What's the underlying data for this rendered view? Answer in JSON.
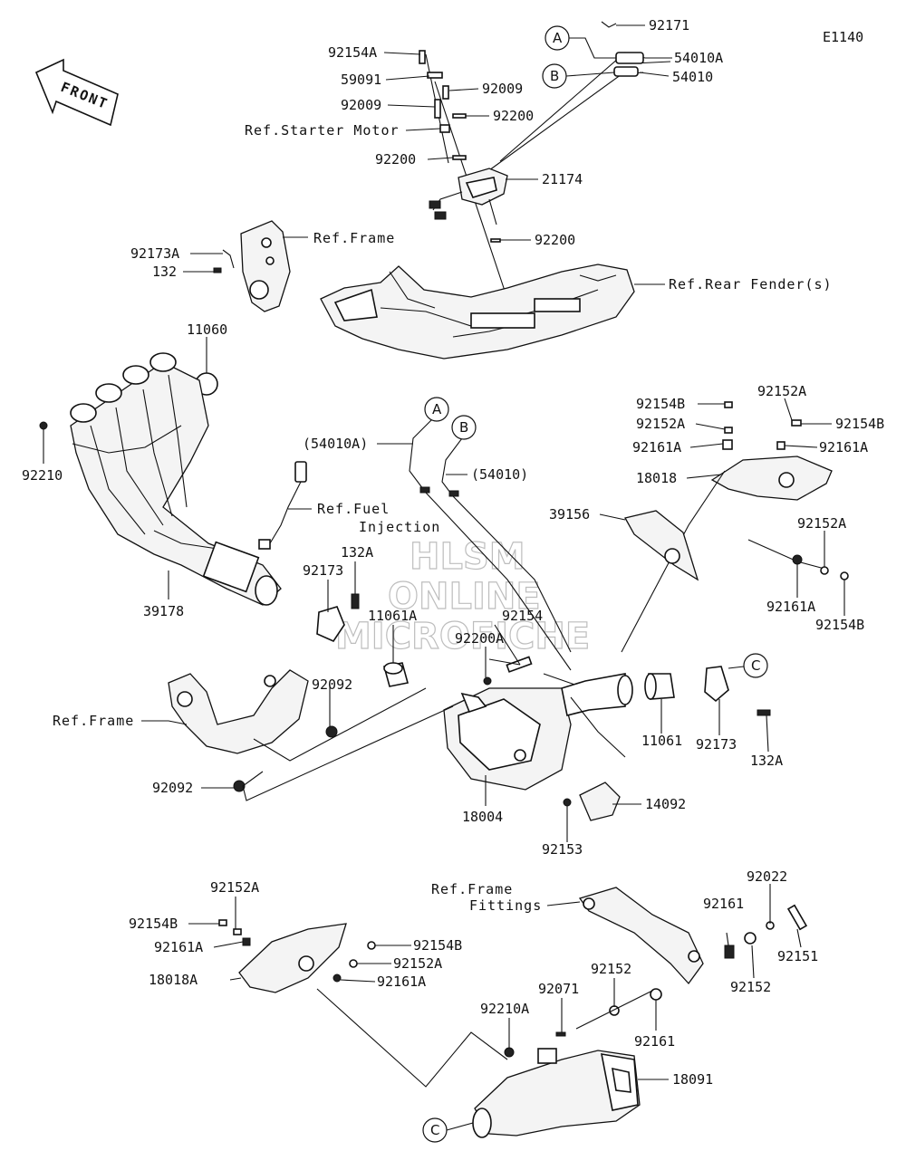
{
  "diagram_code": "E1140",
  "front_label": "FRONT",
  "watermark": {
    "line1": "HLSM",
    "line2": "ONLINE",
    "line3": "MICROFICHE"
  },
  "callouts": [
    "A",
    "B",
    "C"
  ],
  "labels": {
    "p92171": "92171",
    "p54010A": "54010A",
    "p54010": "54010",
    "p92154A": "92154A",
    "p59091": "59091",
    "p92009_l": "92009",
    "p92009_r": "92009",
    "p92200_a": "92200",
    "ref_starter": "Ref.Starter Motor",
    "p92200_b": "92200",
    "p21174": "21174",
    "p92200_c": "92200",
    "ref_frame_top": "Ref.Frame",
    "p92173A": "92173A",
    "p132_top": "132",
    "ref_rear_fender": "Ref.Rear Fender(s)",
    "p11060": "11060",
    "p92210": "92210",
    "p54010A_paren": "(54010A)",
    "p54010_paren": "(54010)",
    "ref_fuel_1": "Ref.Fuel",
    "ref_fuel_2": "Injection",
    "p39178": "39178",
    "p132A_mid": "132A",
    "p92173_mid": "92173",
    "p11061A": "11061A",
    "p92154_mid": "92154",
    "p92200A": "92200A",
    "p92154B_top": "92154B",
    "p92152A_top": "92152A",
    "p92152A_r": "92152A",
    "p92154B_r": "92154B",
    "p92161A_top": "92161A",
    "p92161A_r": "92161A",
    "p18018": "18018",
    "p39156": "39156",
    "p92152A_r2": "92152A",
    "p92161A_r2": "92161A",
    "p92154B_r2": "92154B",
    "ref_frame_mid": "Ref.Frame",
    "p92092_a": "92092",
    "p92092_b": "92092",
    "p18004": "18004",
    "p11061": "11061",
    "p92173_r": "92173",
    "p132A_r": "132A",
    "p14092": "14092",
    "p92153": "92153",
    "ref_frame_fit_1": "Ref.Frame",
    "ref_frame_fit_2": "Fittings",
    "p92022": "92022",
    "p92161_a": "92161",
    "p92151": "92151",
    "p92152_a": "92152",
    "p92152_b": "92152",
    "p92152A_bl": "92152A",
    "p92154B_bl": "92154B",
    "p92161A_bl": "92161A",
    "p18018A": "18018A",
    "p92154B_bm": "92154B",
    "p92152A_bm": "92152A",
    "p92161A_bm": "92161A",
    "p92210A": "92210A",
    "p92071": "92071",
    "p92161_b": "92161",
    "p18091": "18091"
  }
}
